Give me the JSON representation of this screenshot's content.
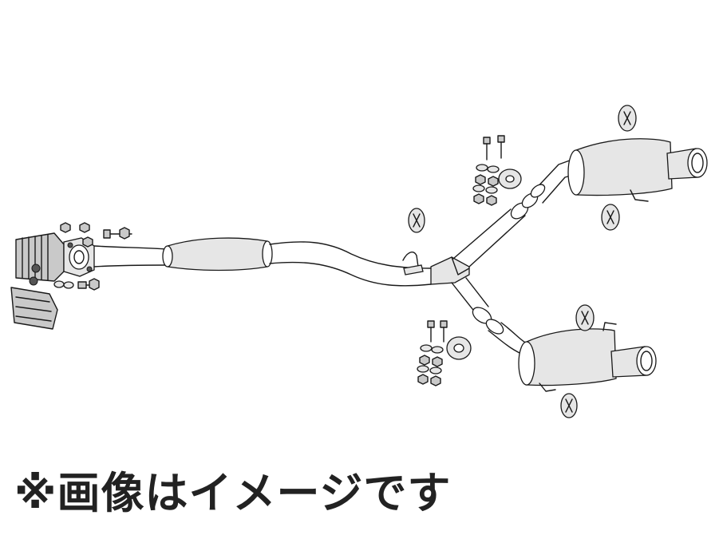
{
  "caption": "※画像はイメージです",
  "colors": {
    "line": "#1a1a1a",
    "shade": "#c9c9c9",
    "caption": "#222222"
  },
  "parts": [
    "catalytic-converter",
    "front-flange-gasket",
    "center-pipe",
    "center-resonator",
    "y-pipe",
    "upper-branch-pipe",
    "lower-branch-pipe",
    "right-muffler",
    "left-muffler",
    "right-tailpipe",
    "left-tailpipe",
    "rubber-hanger",
    "bolt",
    "nut",
    "washer",
    "gasket-ring"
  ]
}
